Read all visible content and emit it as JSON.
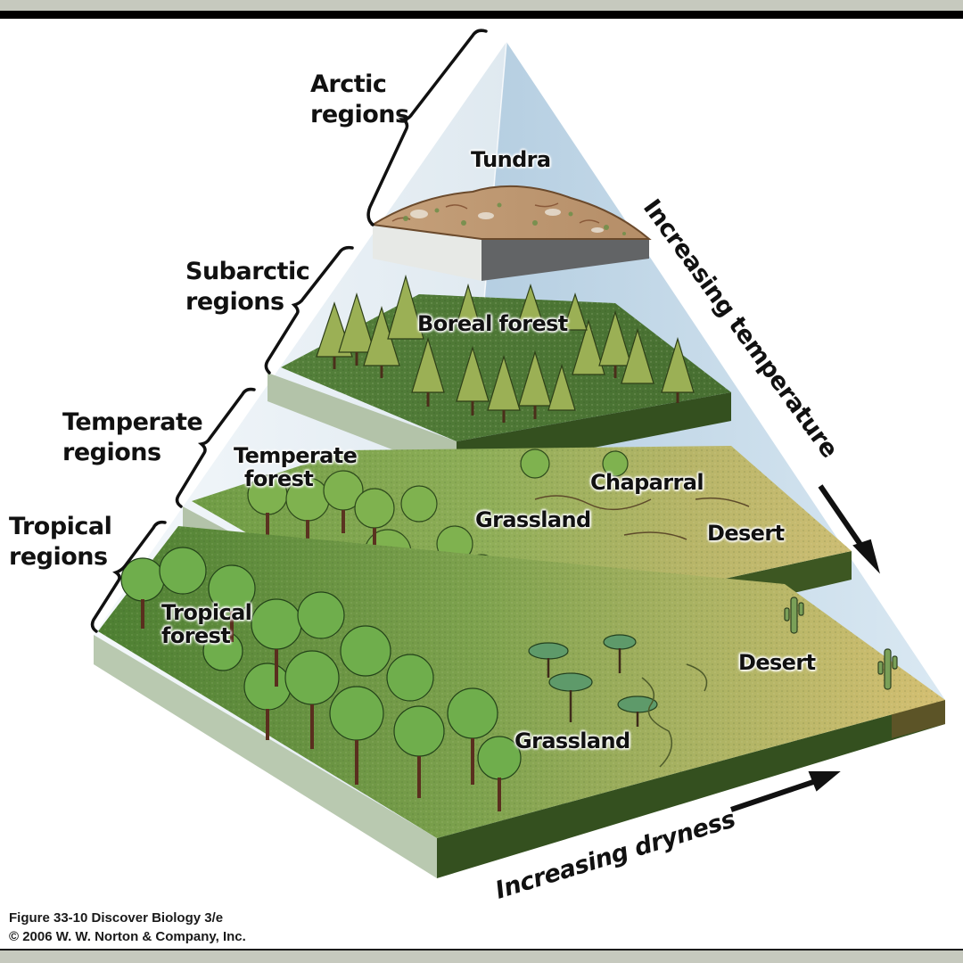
{
  "figure": {
    "caption_line1": "Figure 33-10  Discover Biology 3/e",
    "caption_line2": "© 2006 W. W. Norton & Company, Inc."
  },
  "regions": [
    {
      "id": "arctic",
      "line1": "Arctic",
      "line2": "regions"
    },
    {
      "id": "subarctic",
      "line1": "Subarctic",
      "line2": "regions"
    },
    {
      "id": "temperate",
      "line1": "Temperate",
      "line2": "regions"
    },
    {
      "id": "tropical",
      "line1": "Tropical",
      "line2": "regions"
    }
  ],
  "biomes": {
    "tundra": "Tundra",
    "boreal_forest": "Boreal forest",
    "temperate_forest_1": "Temperate",
    "temperate_forest_2": "forest",
    "temperate_grassland": "Grassland",
    "chaparral": "Chaparral",
    "temperate_desert": "Desert",
    "tropical_forest_1": "Tropical",
    "tropical_forest_2": "forest",
    "tropical_grassland": "Grassland",
    "tropical_desert": "Desert"
  },
  "axes": {
    "temperature": "Increasing temperature",
    "dryness": "Increasing dryness"
  },
  "colors": {
    "frame_gray": "#c6c9be",
    "glass_left": "#e6eef3",
    "glass_right": "#b9d2e3",
    "tundra_soil": "#c9a27a",
    "forest_green": "#5f8f3e",
    "grass_green": "#8fae58",
    "desert_tan": "#d2bf7a",
    "slab_side_light": "#b9c9b0",
    "slab_side_dark": "#34501f"
  }
}
